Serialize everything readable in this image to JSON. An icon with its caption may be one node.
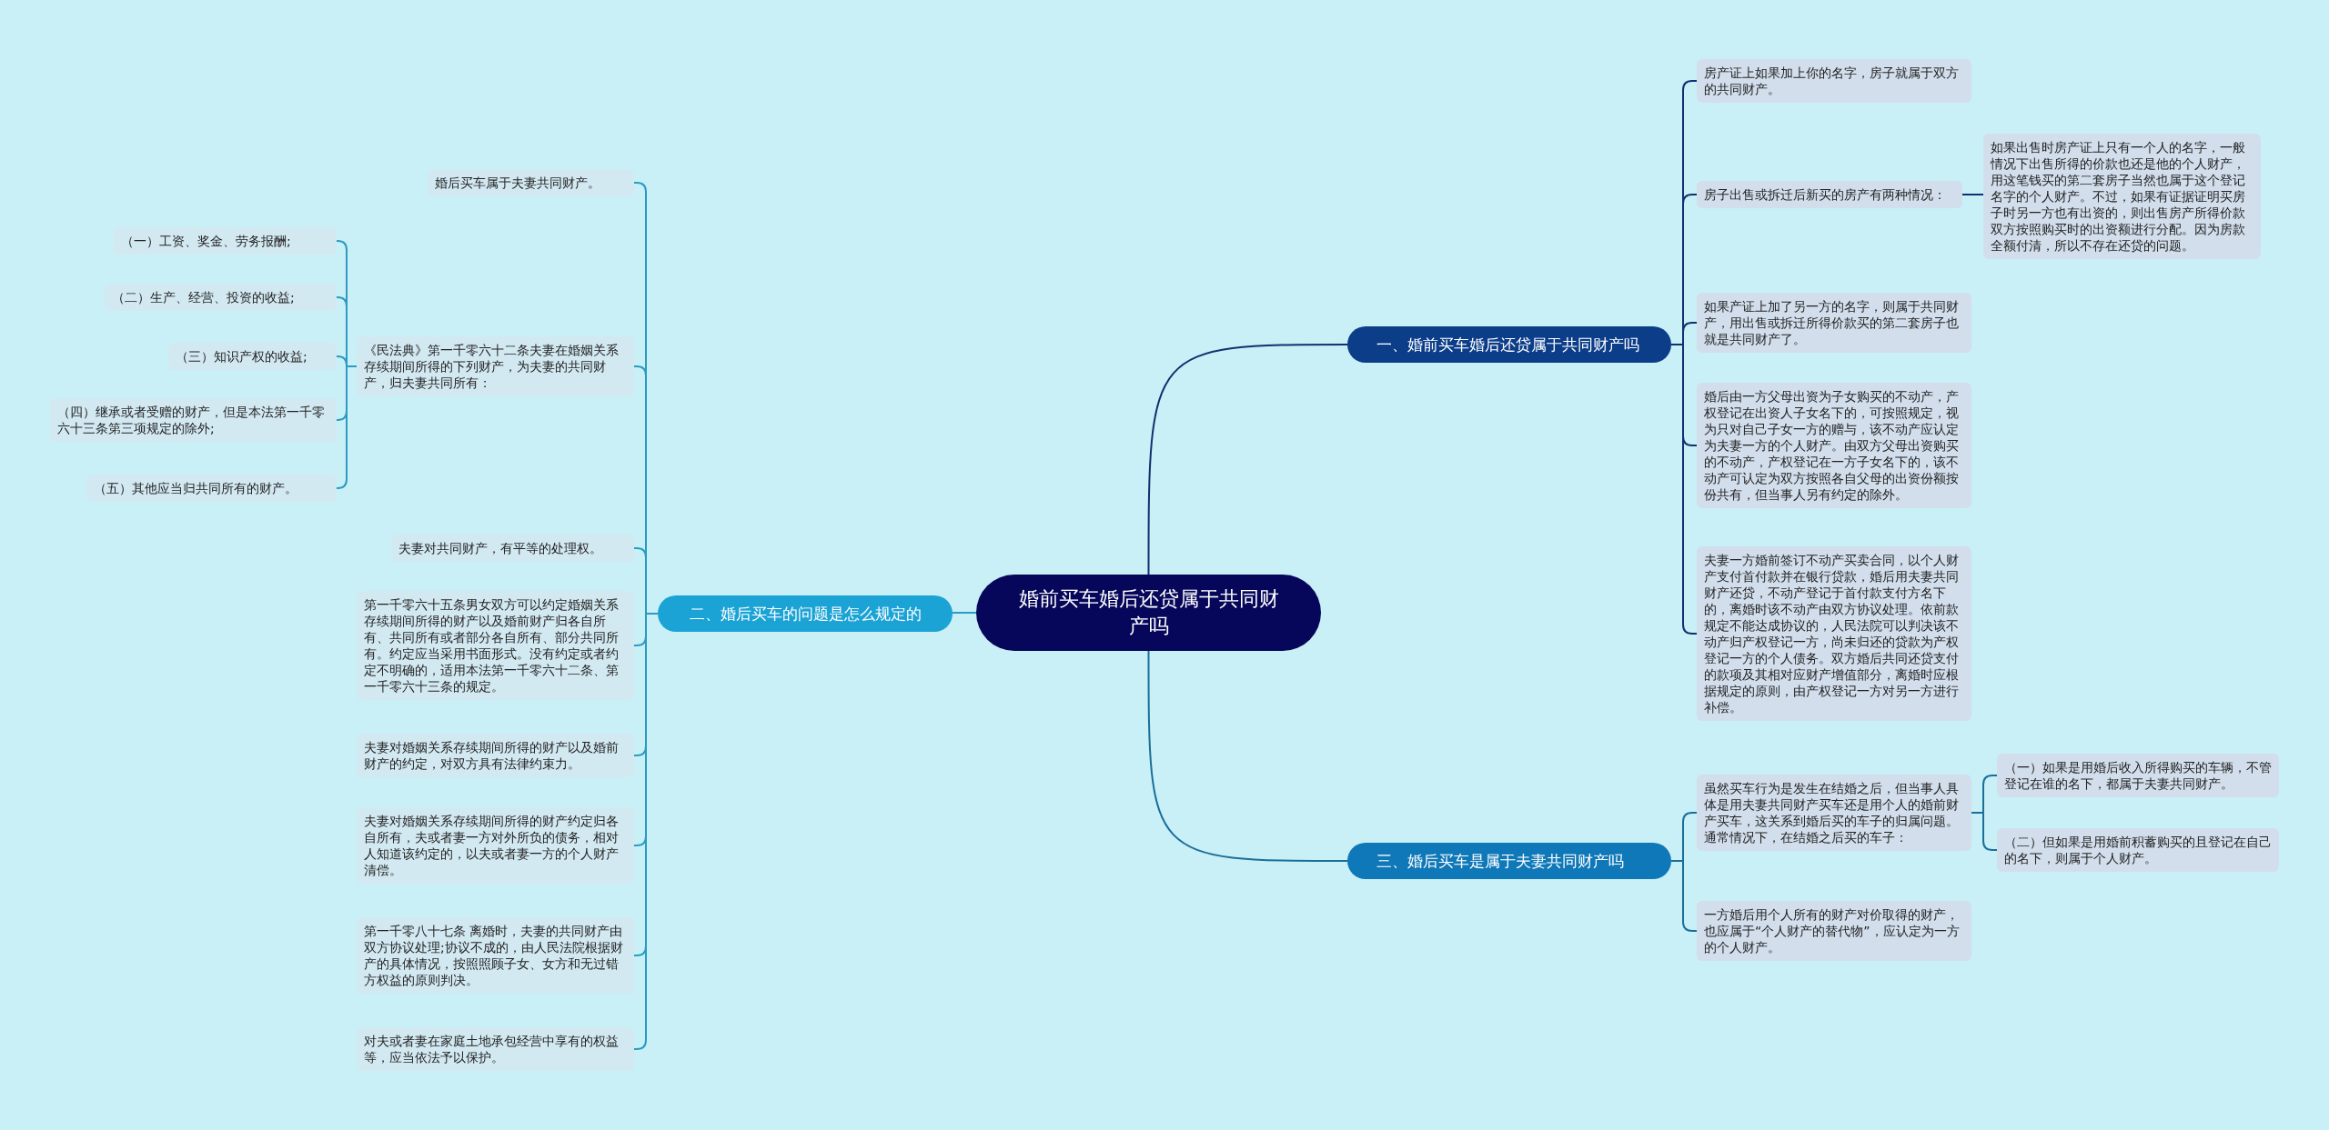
{
  "diagram": {
    "nodes": [
      {
        "text": [
          "婚前买车婚后还贷属于共同财产吗"
        ]
      },
      {
        "text": [
          "一、婚前买车婚后还贷属于共同财产吗"
        ]
      },
      {
        "text": [
          "房产证上如果加上你的名字，房子就属于双方的共同财产。"
        ]
      },
      {
        "text": [
          "房子出售或拆迁后新买的房产有两种情况："
        ]
      },
      {
        "text": [
          "如果出售时房产证上只有一个人的名字，一般情况下出售所得的价款也还是他的个人财产，用这笔钱买的第二套房子当然也属于这个登记名字的个人财产。不过，如果有证据证明买房子时另一方也有出资的，则出售房产所得价款双方按照购买时的出资额进行分配。因为房款全额付清，所以不存在还贷的问题。"
        ]
      },
      {
        "text": [
          "如果产证上加了另一方的名字，则属于共同财产，用出售或拆迁所得价款买的第二套房子也就是共同财产了。"
        ]
      },
      {
        "text": [
          "婚后由一方父母出资为子女购买的不动产，产权登记在出资人子女名下的，可按照规定，视为只对自己子女一方的赠与，该不动产应认定为夫妻一方的个人财产。由双方父母出资购买的不动产，产权登记在一方子女名下的，该不动产可认定为双方按照各自父母的出资份额按份共有，但当事人另有约定的除外。"
        ]
      },
      {
        "text": [
          "夫妻一方婚前签订不动产买卖合同，以个人财产支付首付款并在银行贷款，婚后用夫妻共同财产还贷，不动产登记于首付款支付方名下的，离婚时该不动产由双方协议处理。依前款规定不能达成协议的，人民法院可以判决该不动产归产权登记一方，尚未归还的贷款为产权登记一方的个人债务。双方婚后共同还贷支付的款项及其相对应财产增值部分，离婚时应根据规定的原则，由产权登记一方对另一方进行补偿。"
        ]
      },
      {
        "text": [
          "三、婚后买车是属于夫妻共同财产吗"
        ]
      },
      {
        "text": [
          "虽然买车行为是发生在结婚之后，但当事人具体是用夫妻共同财产买车还是用个人的婚前财产买车，这关系到婚后买的车子的归属问题。通常情况下，在结婚之后买的车子："
        ]
      },
      {
        "text": [
          "（一）如果是用婚后收入所得购买的车辆，不管登记在谁的名下，都属于夫妻共同财产。"
        ]
      },
      {
        "text": [
          "（二）但如果是用婚前积蓄购买的且登记在自己的名下，则属于个人财产。"
        ]
      },
      {
        "text": [
          "一方婚后用个人所有的财产对价取得的财产，也应属于“个人财产的替代物”，应认定为一方的个人财产。"
        ]
      },
      {
        "text": [
          "二、婚后买车的问题是怎么规定的"
        ]
      },
      {
        "text": [
          "婚后买车属于夫妻共同财产。"
        ]
      },
      {
        "text": [
          "《民法典》第一千零六十二条夫妻在婚姻关系存续期间所得的下列财产，为夫妻的共同财产，归夫妻共同所有："
        ]
      },
      {
        "text": [
          "（一）工资、奖金、劳务报酬;"
        ]
      },
      {
        "text": [
          "（二）生产、经营、投资的收益;"
        ]
      },
      {
        "text": [
          "（三）知识产权的收益;"
        ]
      },
      {
        "text": [
          "（四）继承或者受赠的财产，但是本法第一千零六十三条第三项规定的除外;"
        ]
      },
      {
        "text": [
          "（五）其他应当归共同所有的财产。"
        ]
      },
      {
        "text": [
          "夫妻对共同财产，有平等的处理权。"
        ]
      },
      {
        "text": [
          "第一千零六十五条男女双方可以约定婚姻关系存续期间所得的财产以及婚前财产归各自所有、共同所有或者部分各自所有、部分共同所有。约定应当采用书面形式。没有约定或者约定不明确的，适用本法第一千零六十二条、第一千零六十三条的规定。"
        ]
      },
      {
        "text": [
          "夫妻对婚姻关系存续期间所得的财产以及婚前财产的约定，对双方具有法律约束力。"
        ]
      },
      {
        "text": [
          "夫妻对婚姻关系存续期间所得的财产约定归各自所有，夫或者妻一方对外所负的债务，相对人知道该约定的，以夫或者妻一方的个人财产清偿。"
        ]
      },
      {
        "text": [
          "第一千零八十七条 离婚时，夫妻的共同财产由双方协议处理;协议不成的，由人民法院根据财产的具体情况，按照照顾子女、女方和无过错方权益的原则判决。"
        ]
      },
      {
        "text": [
          "对夫或者妻在家庭土地承包经营中享有的权益等，应当依法予以保护。"
        ]
      }
    ],
    "edges": [
      {
        "from": 0,
        "to": 1,
        "arrow": "none",
        "color": "#12306e"
      },
      {
        "from": 1,
        "to": 2,
        "arrow": "none",
        "color": "#12306e"
      },
      {
        "from": 1,
        "to": 3,
        "arrow": "none",
        "color": "#12306e"
      },
      {
        "from": 3,
        "to": 4,
        "arrow": "none",
        "color": "#12306e"
      },
      {
        "from": 1,
        "to": 5,
        "arrow": "none",
        "color": "#12306e"
      },
      {
        "from": 1,
        "to": 6,
        "arrow": "none",
        "color": "#12306e"
      },
      {
        "from": 1,
        "to": 7,
        "arrow": "none",
        "color": "#12306e"
      },
      {
        "from": 0,
        "to": 8,
        "arrow": "none",
        "color": "#1a6f9a"
      },
      {
        "from": 8,
        "to": 9,
        "arrow": "none",
        "color": "#1a6f9a"
      },
      {
        "from": 9,
        "to": 10,
        "arrow": "none",
        "color": "#1a6f9a"
      },
      {
        "from": 9,
        "to": 11,
        "arrow": "none",
        "color": "#1a6f9a"
      },
      {
        "from": 8,
        "to": 12,
        "arrow": "none",
        "color": "#1a6f9a"
      },
      {
        "from": 0,
        "to": 13,
        "arrow": "none"
      },
      {
        "from": 13,
        "to": 14,
        "arrow": "none"
      },
      {
        "from": 13,
        "to": 15,
        "arrow": "none"
      },
      {
        "from": 15,
        "to": 16,
        "arrow": "none"
      },
      {
        "from": 15,
        "to": 17,
        "arrow": "none"
      },
      {
        "from": 15,
        "to": 18,
        "arrow": "none"
      },
      {
        "from": 15,
        "to": 19,
        "arrow": "none"
      },
      {
        "from": 15,
        "to": 20,
        "arrow": "none"
      },
      {
        "from": 13,
        "to": 21,
        "arrow": "none"
      },
      {
        "from": 13,
        "to": 22,
        "arrow": "none"
      },
      {
        "from": 13,
        "to": 23,
        "arrow": "none"
      },
      {
        "from": 13,
        "to": 24,
        "arrow": "none"
      },
      {
        "from": 13,
        "to": 25,
        "arrow": "none"
      },
      {
        "from": 13,
        "to": 26,
        "arrow": "none"
      }
    ]
  }
}
